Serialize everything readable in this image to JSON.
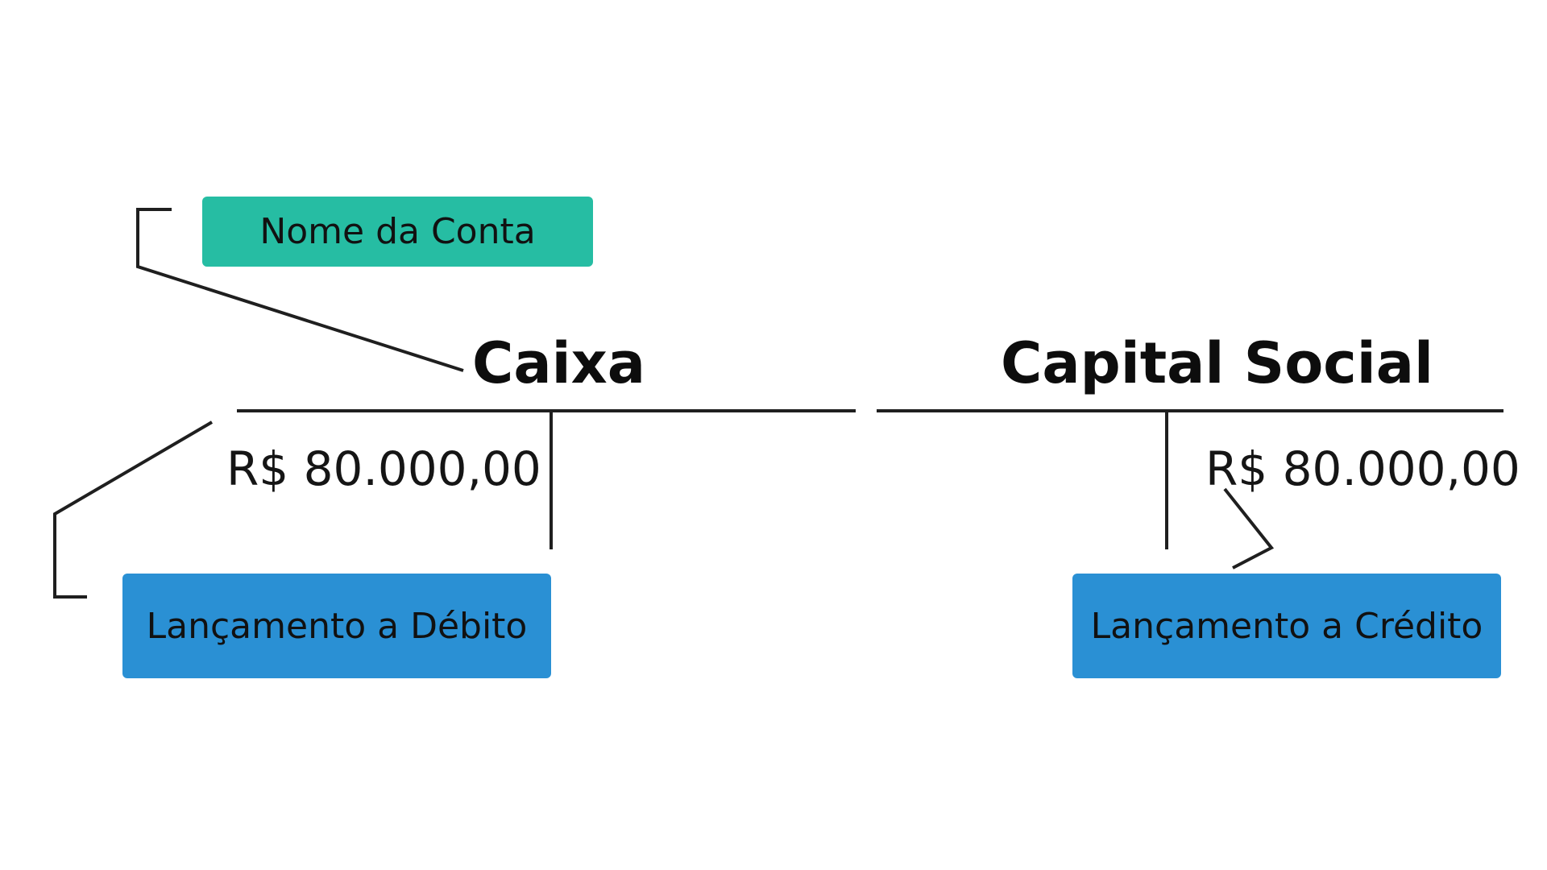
{
  "annotations": {
    "account_name": "Nome da Conta",
    "debit_entry": "Lançamento a Débito",
    "credit_entry": "Lançamento a Crédito"
  },
  "accounts": [
    {
      "title": "Caixa",
      "debit": "R$ 80.000,00",
      "credit": ""
    },
    {
      "title": "Capital Social",
      "debit": "",
      "credit": "R$ 80.000,00"
    }
  ],
  "colors": {
    "name_box": "#26BDA3",
    "entry_box": "#2A90D4",
    "line": "#1f1f1f"
  }
}
